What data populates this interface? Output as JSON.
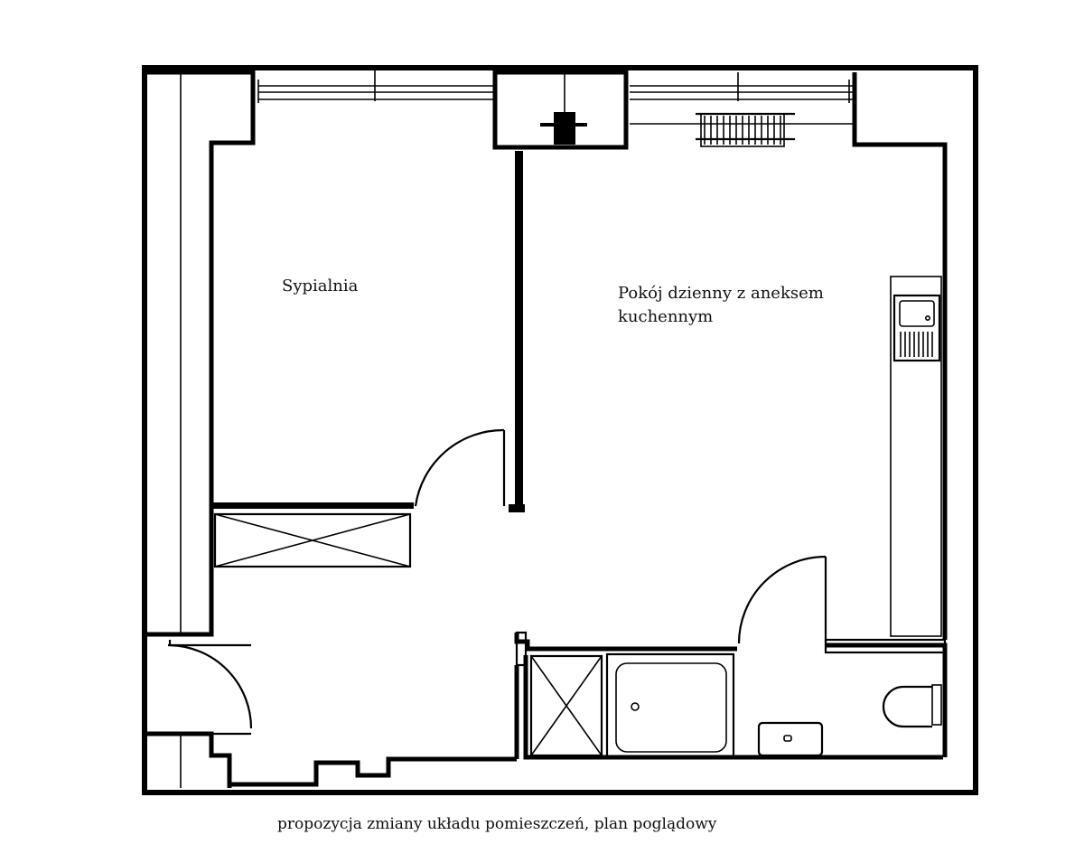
{
  "labels": {
    "bedroom": "Sypialnia",
    "living_line1": "Pokój dzienny z aneksem",
    "living_line2": "kuchennym",
    "caption": "propozycja zmiany układu pomieszczeń, plan poglądowy"
  },
  "colors": {
    "ink": "#000000",
    "paper": "#ffffff"
  }
}
